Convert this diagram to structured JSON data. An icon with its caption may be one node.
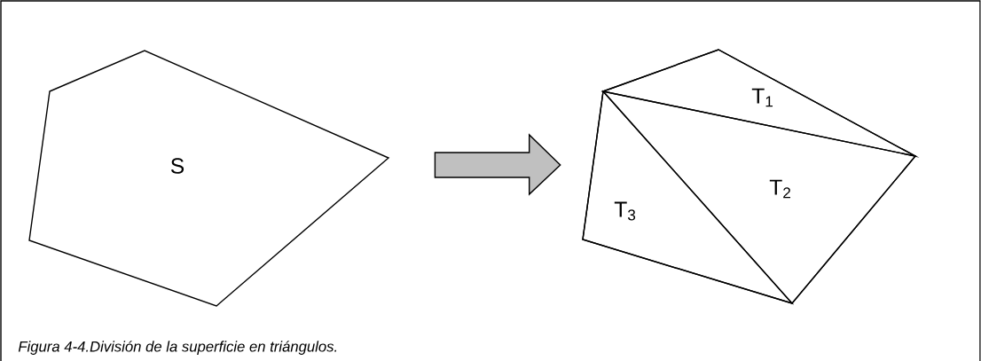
{
  "diagram": {
    "caption": "Figura 4-4.División de la superficie en triángulos.",
    "nodes": [
      {
        "text": [
          "S"
        ]
      },
      {
        "text": [],
        "shape": "picture"
      },
      {
        "text": [
          "T$_{1}$"
        ],
        "in": 1
      },
      {
        "text": [
          "T$_{2}$"
        ],
        "in": 1
      },
      {
        "text": [
          "T$_{3}$"
        ],
        "in": 1
      }
    ],
    "edges": [
      {
        "from": 0,
        "to": 1,
        "arrow": "to"
      }
    ]
  }
}
